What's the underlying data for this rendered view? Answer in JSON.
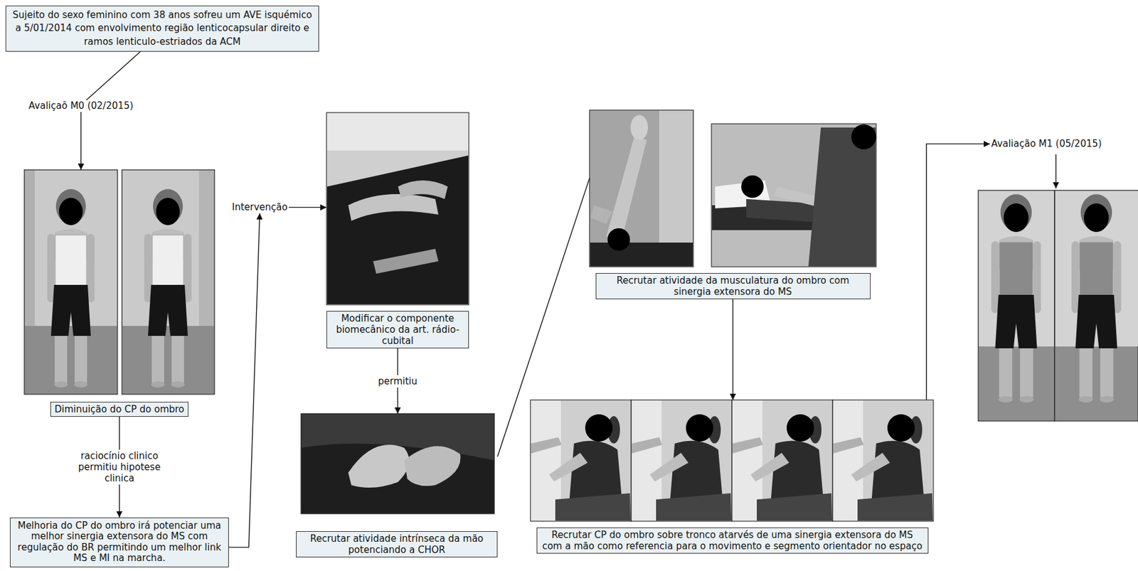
{
  "diagram": {
    "nodes": [
      {
        "text": [
          "Sujeito do sexo feminino com 38 anos sofreu um AVE isquémico a 5/01/2014 com envolvimento região lenticocapsular direito e ramos lenticulo-estriados da ACM"
        ]
      },
      {
        "text": [
          "Avaliçaõ M0 (02/2015)"
        ]
      },
      {
        "text": [
          "Diminuição do CP do ombro"
        ]
      },
      {
        "text": [
          "Melhoria do CP do ombro irá potenciar uma melhor sinergia extensora do MS com regulação do BR permitindo um melhor link MS e MI na marcha."
        ]
      },
      {
        "text": [
          "Intervenção"
        ]
      },
      {
        "text": [
          "Modificar o componente biomecânico da art. rádio-cubital"
        ]
      },
      {
        "text": [
          "Recrutar atividade intrínseca da mão potenciando a CHOR"
        ]
      },
      {
        "text": [
          "Recrutar atividade da musculatura do ombro com sinergia extensora do MS"
        ]
      },
      {
        "text": [
          "Recrutar CP do ombro sobre tronco atarvés de uma sinergia extensora do MS com a mão como referencia para o movimento e segmento orientador no espaço"
        ]
      },
      {
        "text": [
          "Avaliação M1 (05/2015)"
        ]
      }
    ],
    "edges": [
      {
        "from": 0,
        "to": 1,
        "arrow": "none"
      },
      {
        "from": 1,
        "to": 2,
        "arrow": "to"
      },
      {
        "from": 2,
        "to": 3,
        "label": "raciocínio clinico permitiu hipotese clinica",
        "arrow": "to"
      },
      {
        "from": 3,
        "to": 4,
        "arrow": "to"
      },
      {
        "from": 4,
        "to": 5,
        "arrow": "to"
      },
      {
        "from": 5,
        "to": 6,
        "label": "permitiu",
        "arrow": "to"
      },
      {
        "from": 6,
        "to": 7,
        "arrow": "none"
      },
      {
        "from": 7,
        "to": 8,
        "arrow": "to"
      },
      {
        "from": 8,
        "to": 9,
        "arrow": "to"
      }
    ]
  }
}
